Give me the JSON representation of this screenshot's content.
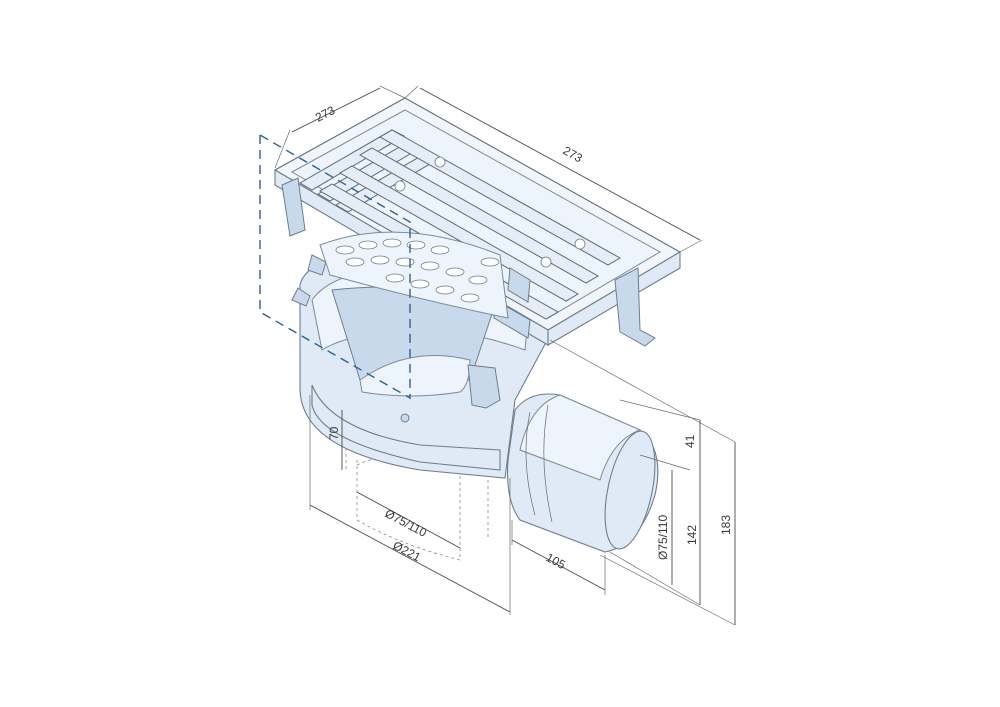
{
  "dimensions": {
    "grate_width": "273",
    "grate_length": "273",
    "height_upper": "41",
    "height_outlet": "142",
    "height_total": "183",
    "outlet_diameter": "Ø75/110",
    "outlet_diameter_side": "Ø75/110",
    "body_diameter": "Ø221",
    "spigot_depth": "70",
    "outlet_length": "105"
  },
  "colors": {
    "body": "#dfeaf6",
    "outline": "#6e7e90",
    "section_line": "#2f5f96",
    "dimension_text": "#3a3a3a"
  }
}
